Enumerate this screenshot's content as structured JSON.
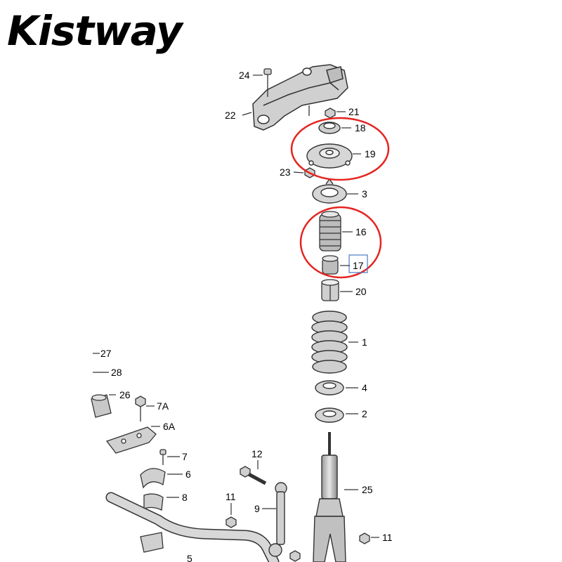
{
  "brand": {
    "logo_text": "Kistway",
    "accent": "#e85a1a"
  },
  "callout_color": "#e52421",
  "labels": {
    "l1": "1",
    "l2": "2",
    "l3": "3",
    "l4": "4",
    "l5": "5",
    "l6": "6",
    "l6a": "6A",
    "l7": "7",
    "l7a": "7A",
    "l8": "8",
    "l9": "9",
    "l11a": "11",
    "l11b": "11",
    "l12": "12",
    "l16": "16",
    "l17": "17",
    "l18": "18",
    "l19": "19",
    "l20": "20",
    "l21": "21",
    "l22": "22",
    "l23": "23",
    "l24": "24",
    "l25": "25",
    "l26": "26",
    "l27": "27",
    "l28": "28"
  }
}
